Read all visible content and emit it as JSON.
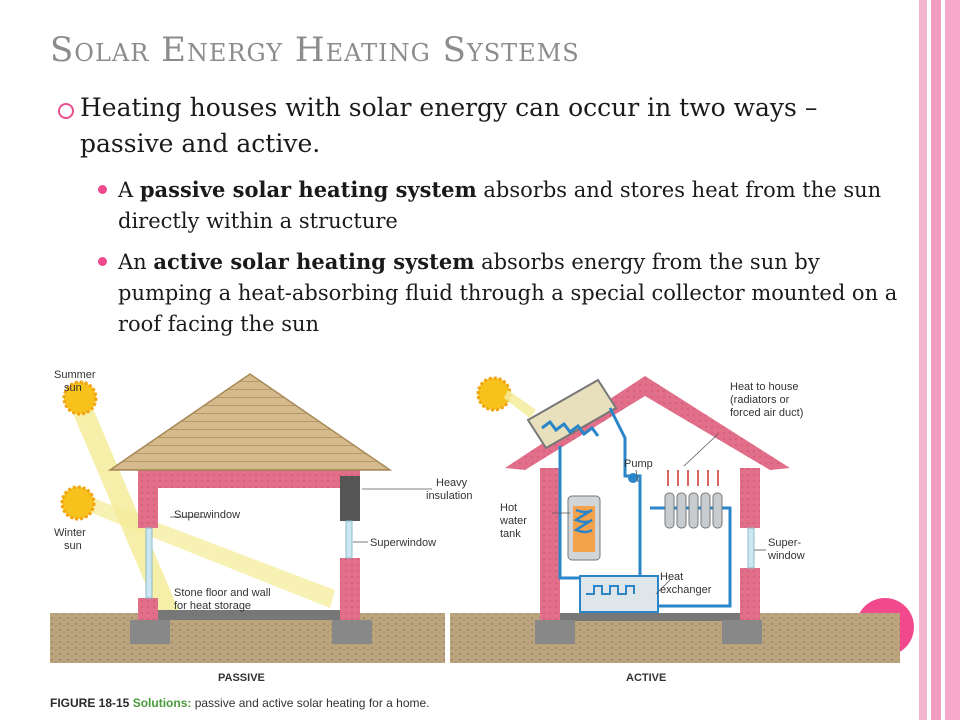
{
  "slide": {
    "title": "Solar Energy Heating Systems",
    "main_bullet": "Heating houses with solar energy can occur in two ways – passive and active.",
    "sub_bullets": [
      {
        "prefix": "A ",
        "bold": "passive solar heating system",
        "rest": " absorbs and stores heat from the sun directly within a structure"
      },
      {
        "prefix": "An ",
        "bold": "active solar heating system",
        "rest": " absorbs energy from the sun by pumping a heat-absorbing fluid through a special collector mounted on a roof facing the sun"
      }
    ]
  },
  "figure": {
    "passive_labels": {
      "summer_sun": [
        "Summer",
        "sun"
      ],
      "winter_sun": [
        "Winter",
        "sun"
      ],
      "superwindow_left": "Superwindow",
      "superwindow_right": "Superwindow",
      "heavy_insulation": [
        "Heavy",
        "insulation"
      ],
      "stone_floor": [
        "Stone floor and wall",
        "for heat storage"
      ],
      "house_name": "PASSIVE"
    },
    "active_labels": {
      "heat_to_house": [
        "Heat to house",
        "(radiators or",
        "forced air duct)"
      ],
      "pump": "Pump",
      "hot_water_tank": [
        "Hot",
        "water",
        "tank"
      ],
      "super_window": [
        "Super-",
        "window"
      ],
      "heat_exchanger": [
        "Heat",
        "exchanger"
      ],
      "house_name": "ACTIVE"
    },
    "caption": {
      "number": "FIGURE 18-15",
      "heading": "Solutions:",
      "text": " passive and active solar heating for a home."
    }
  },
  "colors": {
    "accent_pink": "#f0498e",
    "title_gray": "#8c8c8c",
    "wall_pink": "#e0708a",
    "roof_tan": "#cfb486",
    "ground": "#b8a27c",
    "pipe_blue": "#2a86c8",
    "caption_green": "#4a9a3c"
  }
}
